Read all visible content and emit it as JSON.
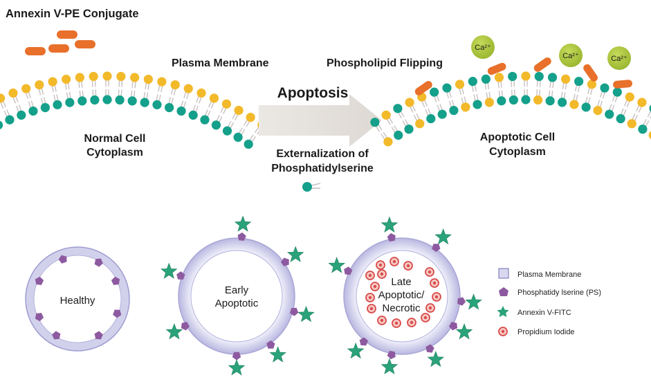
{
  "top": {
    "conjugate_label": "Annexin V-PE Conjugate",
    "plasma_membrane_label": "Plasma Membrane",
    "flipping_label": "Phospholipid Flipping",
    "apoptosis_label": "Apoptosis",
    "externalization_line1": "Externalization of",
    "externalization_line2": "Phosphatidylserine",
    "normal_line1": "Normal Cell",
    "normal_line2": "Cytoplasm",
    "apoptotic_line1": "Apoptotic Cell",
    "apoptotic_line2": "Cytoplasm",
    "calcium_label": "Ca²⁺"
  },
  "cells": {
    "healthy": "Healthy",
    "early_line1": "Early",
    "early_line2": "Apoptotic",
    "late_line1": "Late",
    "late_line2": "Apoptotic/",
    "late_line3": "Necrotic"
  },
  "legend": {
    "items": [
      {
        "label": "Plasma Membrane",
        "icon": "square-icon"
      },
      {
        "label": "Phosphatidy lserine (PS)",
        "icon": "pentagon-icon"
      },
      {
        "label": "Annexin  V-FITC",
        "icon": "star-icon"
      },
      {
        "label": "Propidium  Iodide",
        "icon": "circle-icon"
      }
    ]
  },
  "colors": {
    "lipid_yellow": "#f2b92a",
    "lipid_teal": "#14a08a",
    "tail": "#c9c0c0",
    "annexin_orange": "#e8702a",
    "calcium_green": "#a8c43a",
    "ps_purple": "#8d5aa0",
    "star_green": "#2aa27a",
    "pi_red": "#d84a4a",
    "membrane_ring": "#d4d3ee",
    "arrow_gray": "#e6e2de"
  }
}
